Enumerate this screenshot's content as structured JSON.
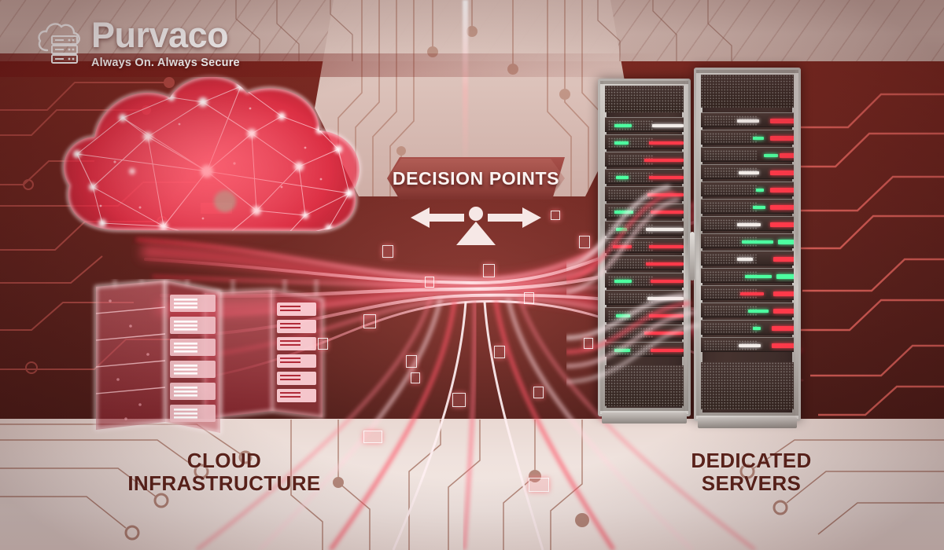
{
  "brand": {
    "name": "Purvaco",
    "tagline": "Always On. Always Secure",
    "logo_icon": "cloud-server-icon",
    "wordmark_color": "#ffffff"
  },
  "banner": {
    "label": "DECISION POINTS",
    "icon": "balance-scale-icon",
    "fill_color": "#9a4640",
    "text_color": "#fbf4f2"
  },
  "labels": {
    "left": "CLOUD\nINFRASTRUCTURE",
    "left_line1": "CLOUD",
    "left_line2": "INFRASTRUCTURE",
    "right_line1": "DEDICATED",
    "right_line2": "SERVERS",
    "text_color": "#5d241c"
  },
  "scene": {
    "left_graphic": "network-mesh-cloud",
    "left_racks": "neon-outline-server-racks",
    "right_graphic": "metal-server-cabinets",
    "connector": "light-stream-data-flow",
    "floor": "circuit-trace-floor",
    "background": "circuit-board-wall"
  },
  "colors": {
    "accent_red": "#ff3a4a",
    "wall_dark": "#5c221d",
    "wall_light": "#d6bcb4",
    "floor": "#f0e2dd",
    "metal": "#b9b4b0",
    "led_green": "#4dffa0"
  }
}
